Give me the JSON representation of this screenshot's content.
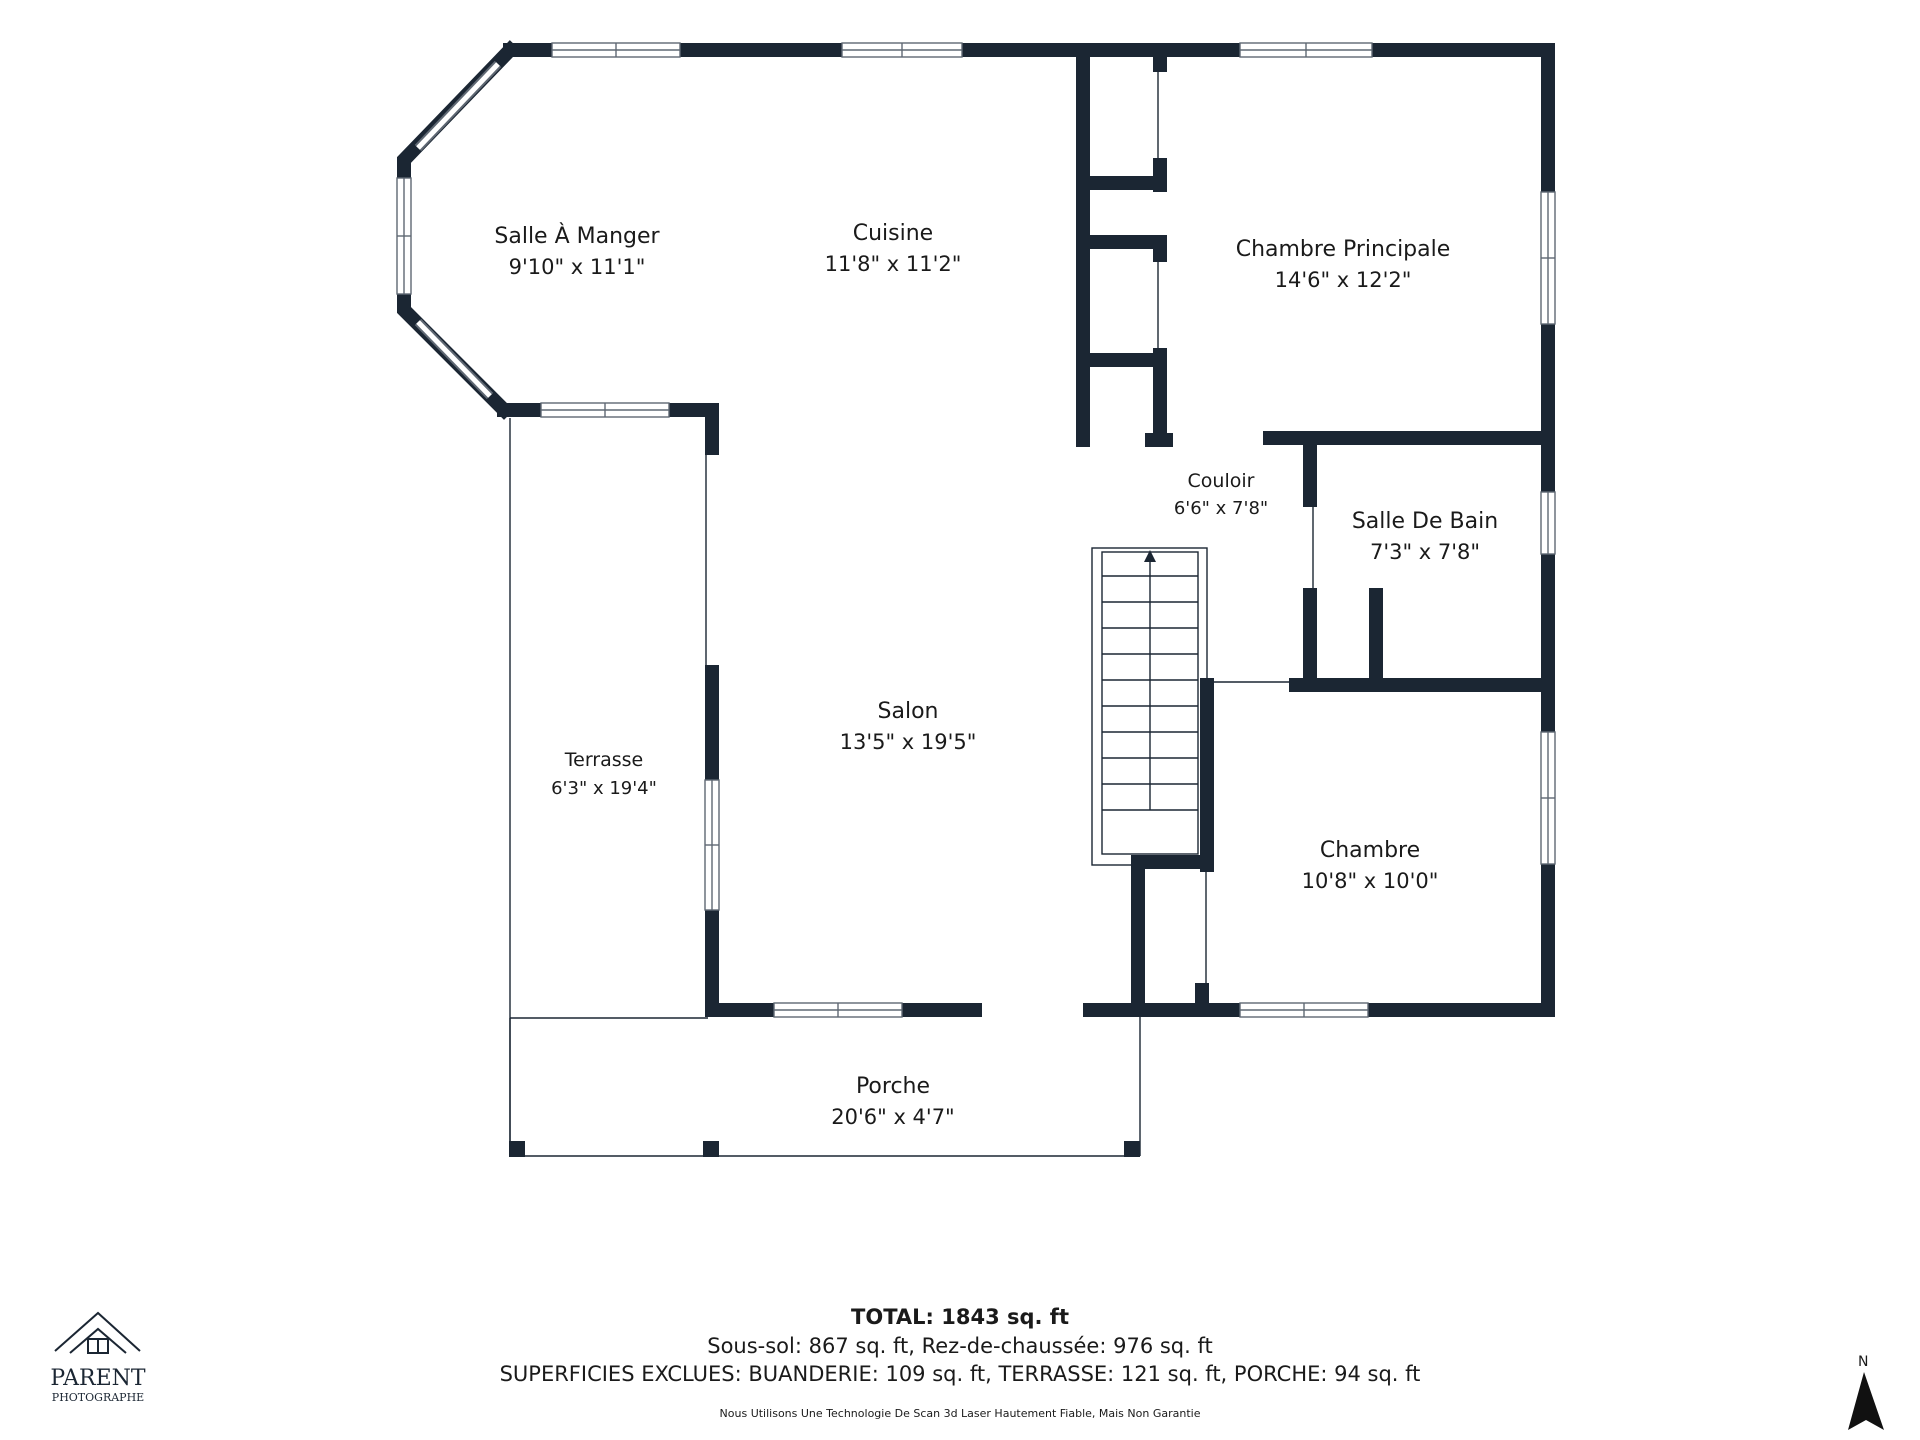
{
  "rooms": {
    "salle_a_manger": {
      "name": "Salle À Manger",
      "dims": "9'10\" x 11'1\""
    },
    "cuisine": {
      "name": "Cuisine",
      "dims": "11'8\" x 11'2\""
    },
    "chambre_principale": {
      "name": "Chambre Principale",
      "dims": "14'6\" x 12'2\""
    },
    "couloir": {
      "name": "Couloir",
      "dims": "6'6\" x 7'8\""
    },
    "salle_de_bain": {
      "name": "Salle De Bain",
      "dims": "7'3\" x 7'8\""
    },
    "terrasse": {
      "name": "Terrasse",
      "dims": "6'3\" x 19'4\""
    },
    "salon": {
      "name": "Salon",
      "dims": "13'5\" x 19'5\""
    },
    "chambre": {
      "name": "Chambre",
      "dims": "10'8\" x 10'0\""
    },
    "porche": {
      "name": "Porche",
      "dims": "20'6\" x 4'7\""
    }
  },
  "summary": {
    "total": "TOTAL: 1843 sq. ft",
    "levels": "Sous-sol: 867 sq. ft, Rez-de-chaussée: 976 sq. ft",
    "excluded": "SUPERFICIES EXCLUES: BUANDERIE: 109 sq. ft, TERRASSE: 121 sq. ft, PORCHE: 94 sq. ft",
    "disclaimer": "Nous Utilisons Une Technologie De Scan 3d Laser Hautement Fiable, Mais Non Garantie"
  },
  "logo": {
    "name": "PARENT",
    "subtitle": "PHOTOGRAPHE",
    "icon": "house-roof-icon"
  },
  "compass": {
    "label": "N",
    "icon": "north-arrow-icon"
  },
  "colors": {
    "wall": "#1b2633",
    "window": "#5f6873",
    "text": "#1a1a1a",
    "background": "#ffffff"
  }
}
